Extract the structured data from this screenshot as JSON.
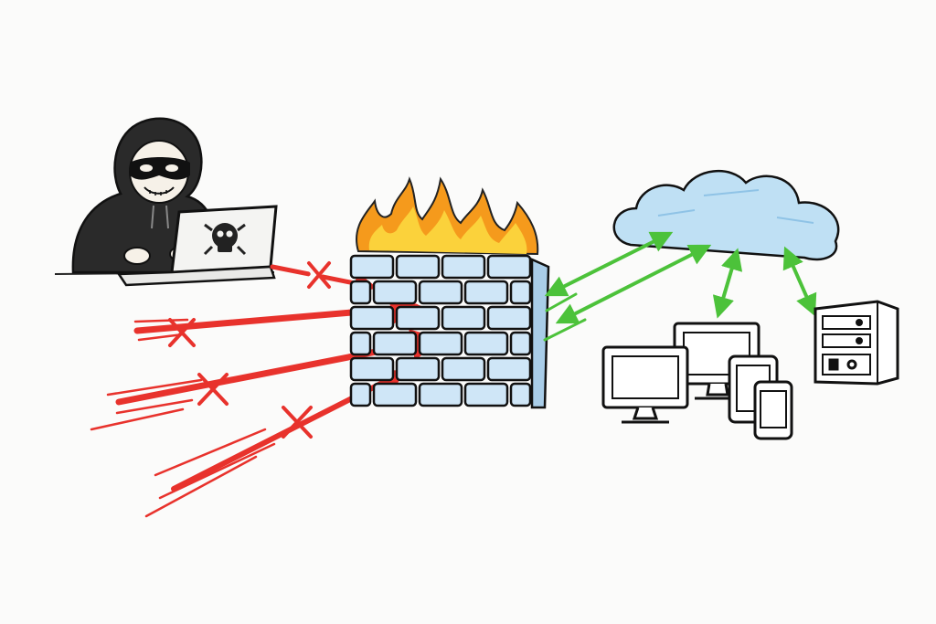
{
  "diagram": {
    "nodes": [
      {
        "id": "hacker",
        "icon": "hooded-hacker-icon"
      },
      {
        "id": "laptop",
        "icon": "skull-laptop-icon"
      },
      {
        "id": "firewall",
        "icon": "brick-firewall-icon"
      },
      {
        "id": "flames",
        "icon": "fire-icon"
      },
      {
        "id": "cloud",
        "icon": "cloud-icon"
      },
      {
        "id": "desktop",
        "icon": "desktop-monitor-icon"
      },
      {
        "id": "monitor",
        "icon": "monitor-icon"
      },
      {
        "id": "tablet",
        "icon": "tablet-icon"
      },
      {
        "id": "phone",
        "icon": "smartphone-icon"
      },
      {
        "id": "server",
        "icon": "server-tower-icon"
      }
    ],
    "edges": [
      {
        "from": "hacker",
        "to": "firewall",
        "status": "blocked"
      },
      {
        "from": "hacker",
        "to": "firewall",
        "status": "blocked"
      },
      {
        "from": "hacker",
        "to": "firewall",
        "status": "blocked"
      },
      {
        "from": "hacker",
        "to": "firewall",
        "status": "blocked"
      },
      {
        "from": "firewall",
        "to": "cloud",
        "status": "allowed",
        "bidirectional": true
      },
      {
        "from": "firewall",
        "to": "cloud",
        "status": "allowed",
        "bidirectional": true
      },
      {
        "from": "cloud",
        "to": "monitor",
        "status": "allowed",
        "bidirectional": true
      },
      {
        "from": "cloud",
        "to": "server",
        "status": "allowed",
        "bidirectional": true
      }
    ]
  },
  "colors": {
    "blocked": "#e8322c",
    "allowed": "#4cc23a",
    "brick": "#cfe6f7",
    "cloud": "#bfe0f4",
    "flame_outer": "#f59a1c",
    "flame_inner": "#fbd23b",
    "ink": "#1c1c1c",
    "hood": "#2a2a2a"
  }
}
